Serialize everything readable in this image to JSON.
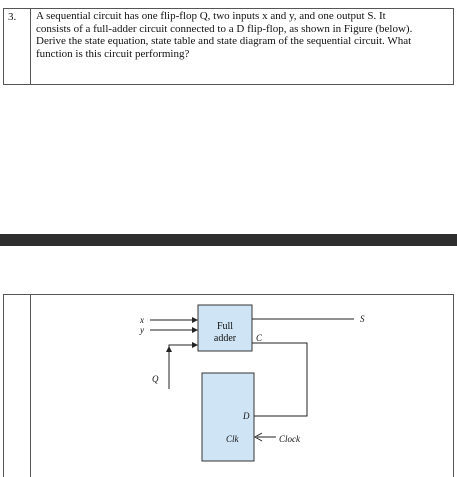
{
  "question": {
    "number": "3.",
    "lines": [
      "A sequential circuit has one flip-flop Q, two inputs x and y, and one output S. It",
      "consists of a full-adder circuit connected to a D flip-flop, as shown in Figure (below).",
      "Derive the state equation, state table and state diagram of the sequential circuit. What",
      "function is this circuit performing?"
    ]
  },
  "figure": {
    "input_x": "x",
    "input_y": "y",
    "input_q": "Q",
    "output_s": "S",
    "full_adder_line1": "Full",
    "full_adder_line2": "adder",
    "carry_label": "C",
    "d_label": "D",
    "clk_label": "Clk",
    "clock_label": "Clock",
    "colors": {
      "block_fill": "#cfe4f5",
      "line": "#222222"
    }
  }
}
